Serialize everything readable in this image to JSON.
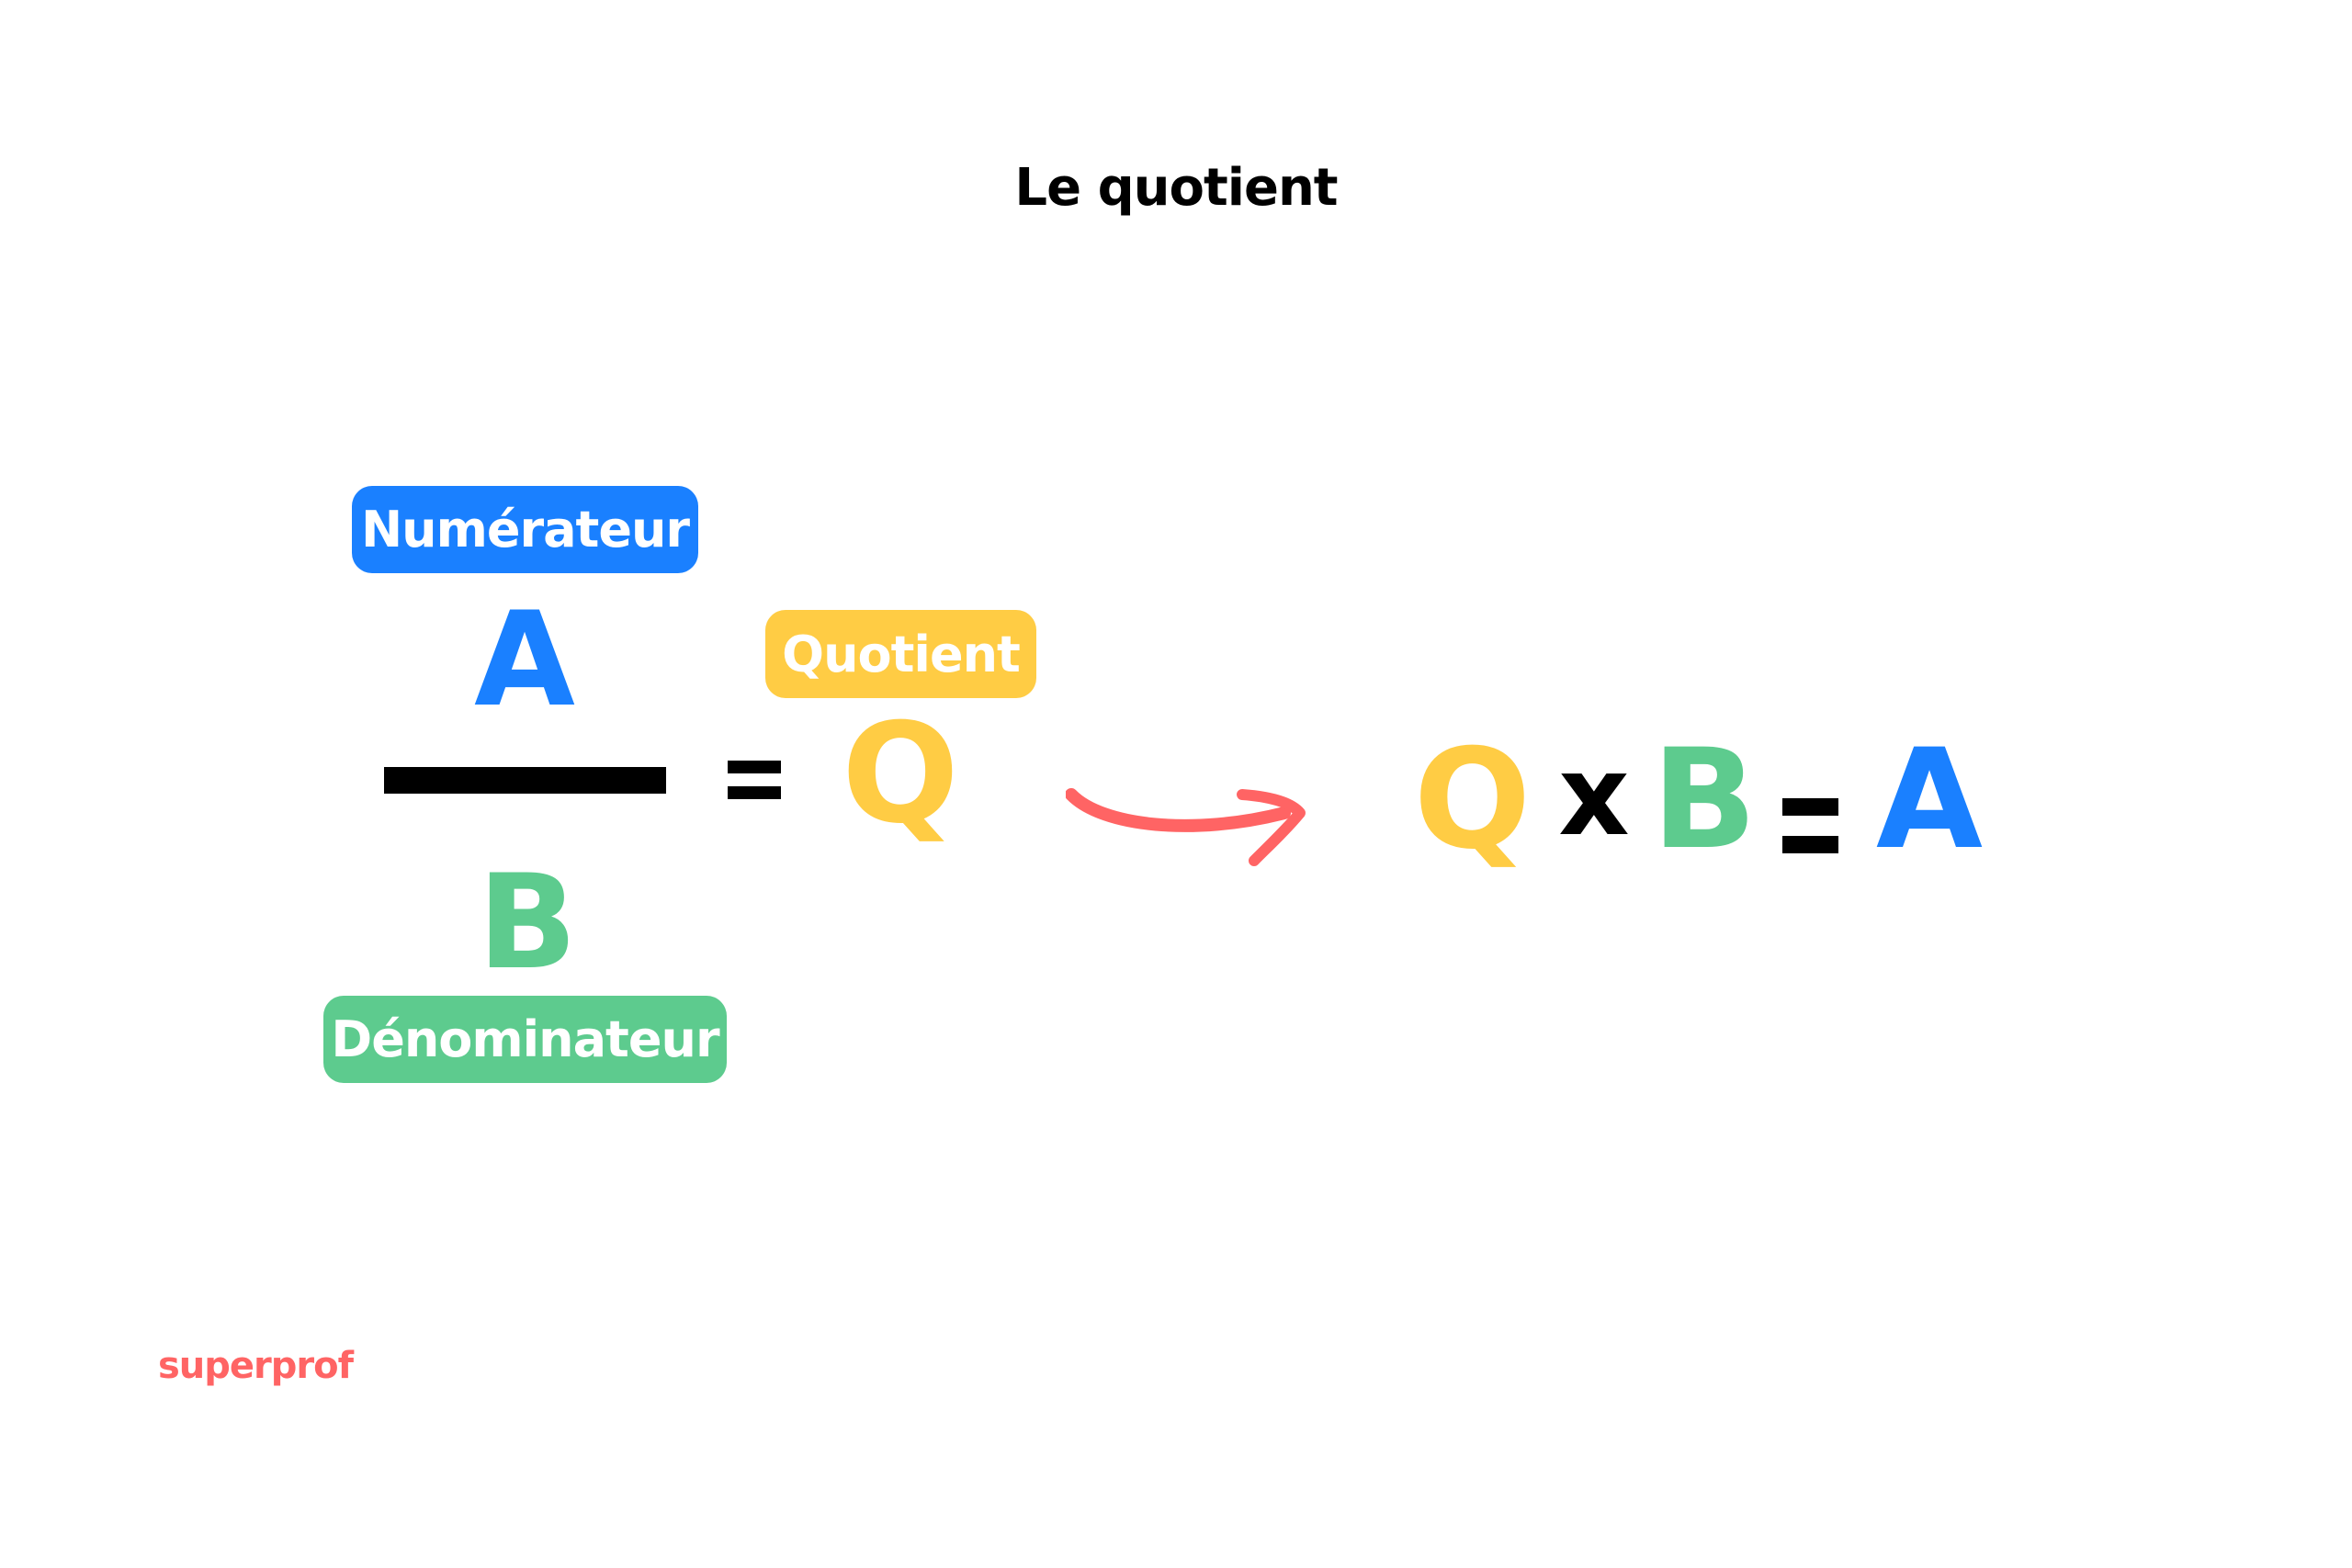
{
  "title": "Le quotient",
  "colors": {
    "numerator": "#1A80FF",
    "denominator": "#5DCB8E",
    "quotient": "#FFCC44",
    "arrow": "#FF6464",
    "text": "#000000",
    "brand": "#FF6464"
  },
  "fraction": {
    "numerator_label": "Numérateur",
    "numerator_symbol": "A",
    "denominator_symbol": "B",
    "denominator_label": "Dénominateur",
    "equals": "=",
    "quotient_label": "Quotient",
    "quotient_symbol": "Q"
  },
  "arrow": {
    "icon": "curved-arrow-right"
  },
  "product": {
    "terms": [
      "Q",
      "x",
      "B",
      "=",
      "A"
    ]
  },
  "brand": {
    "logo_text": "superprof"
  }
}
